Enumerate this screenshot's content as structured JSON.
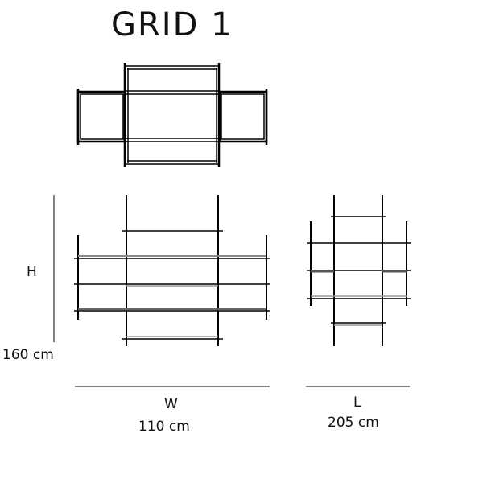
{
  "title": "GRID 1",
  "dimensions": {
    "height": {
      "label": "H",
      "value": "160 cm"
    },
    "width": {
      "label": "W",
      "value": "110 cm"
    },
    "length": {
      "label": "L",
      "value": "205 cm"
    }
  }
}
